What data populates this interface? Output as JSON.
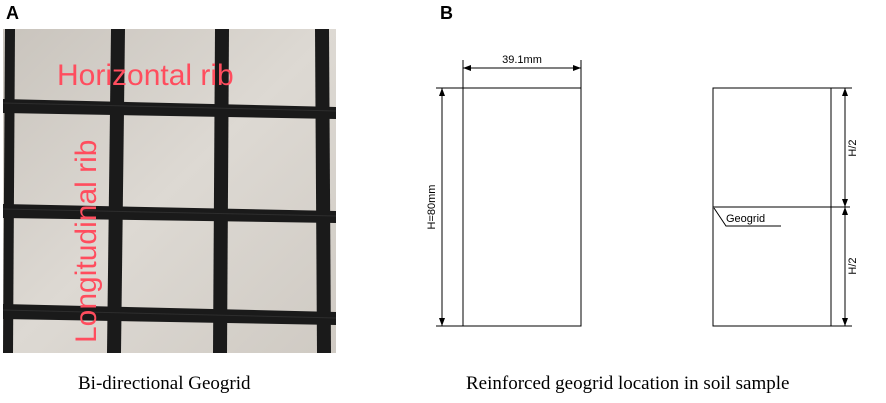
{
  "panels": {
    "a": {
      "label": "A",
      "horizontal_rib": "Horizontal rib",
      "longitudinal_rib": "Longitudinal rib",
      "caption": "Bi-directional Geogrid"
    },
    "b": {
      "label": "B",
      "width_dim": "39.1mm",
      "height_dim": "H=80mm",
      "half_top": "H/2",
      "half_bottom": "H/2",
      "geogrid": "Geogrid",
      "caption": "Reinforced geogrid location in soil sample"
    }
  },
  "colors": {
    "rib_text": "#ff4d5e",
    "grid": "#1a1a1a",
    "background_photo": "#d8d4cf"
  }
}
